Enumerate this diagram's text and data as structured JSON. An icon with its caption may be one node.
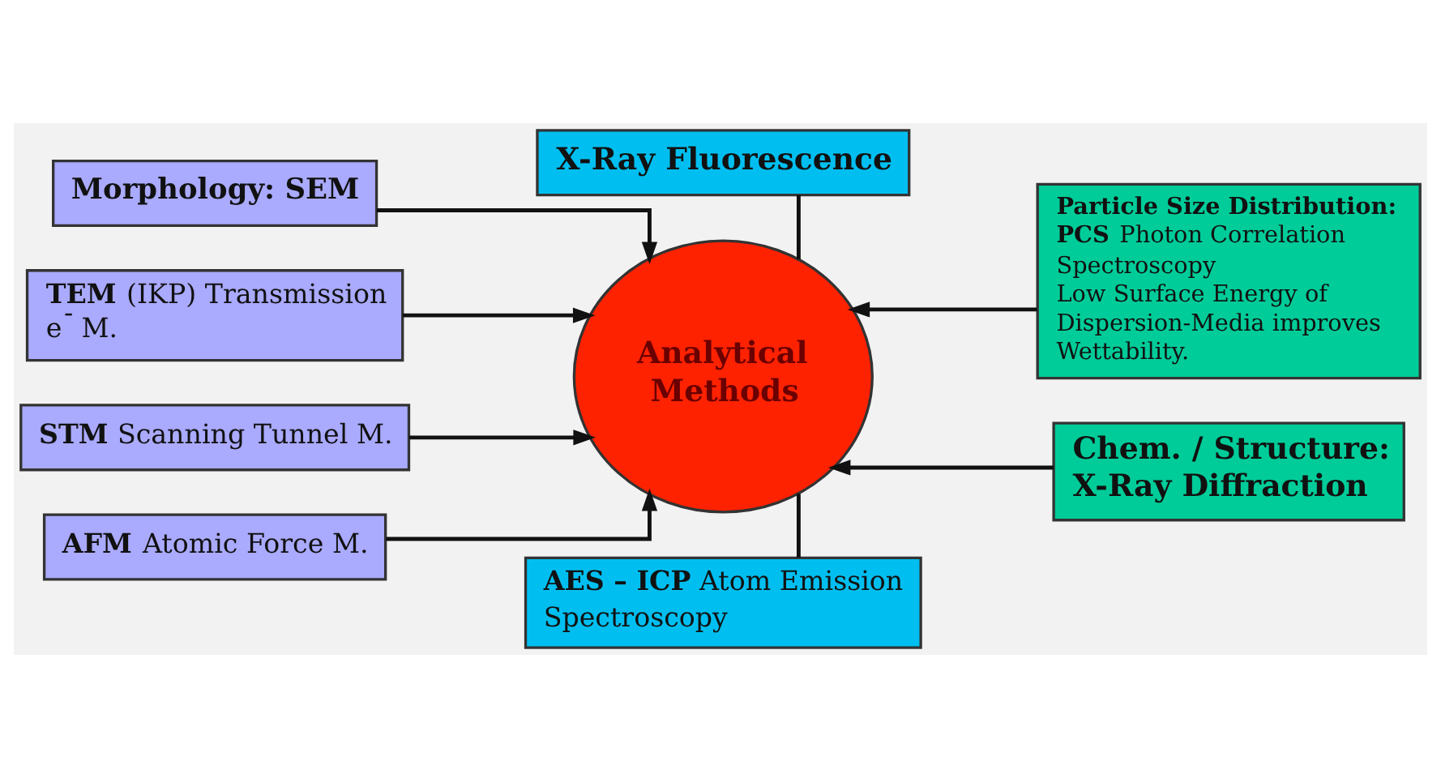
{
  "diagram": {
    "nodes": [
      {
        "text": [
          "Morphology: SEM"
        ]
      },
      {
        "text": [
          "X-Ray Fluorescence"
        ]
      },
      {
        "text": [
          "Particle Size Distribution:",
          "**PCS** Photon Correlation Spectroscopy",
          "Low Surface Energy of Dispersion-Media improves Wettability."
        ]
      },
      {
        "text": [
          "**TEM** (IKP) Transmission e$^{-}$ M."
        ]
      },
      {
        "text": [
          "Analytical Methods"
        ]
      },
      {
        "text": [
          "**STM** Scanning Tunnel M."
        ]
      },
      {
        "text": [
          "**AFM** Atomic Force M."
        ]
      },
      {
        "text": [
          "**AES – ICP** Atom Emission Spectroscopy"
        ]
      },
      {
        "text": [
          "Chem. / Structure: X-Ray Diffraction"
        ]
      }
    ],
    "edges": [
      {
        "from": 0,
        "to": 4,
        "arrow": "to"
      },
      {
        "from": 3,
        "to": 4,
        "arrow": "to"
      },
      {
        "from": 5,
        "to": 4,
        "arrow": "to"
      },
      {
        "from": 6,
        "to": 4,
        "arrow": "to"
      },
      {
        "from": 2,
        "to": 4,
        "arrow": "to"
      },
      {
        "from": 8,
        "to": 4,
        "arrow": "to"
      },
      {
        "from": 1,
        "to": 4,
        "arrow": "none"
      },
      {
        "from": 7,
        "to": 4,
        "arrow": "none"
      }
    ]
  }
}
